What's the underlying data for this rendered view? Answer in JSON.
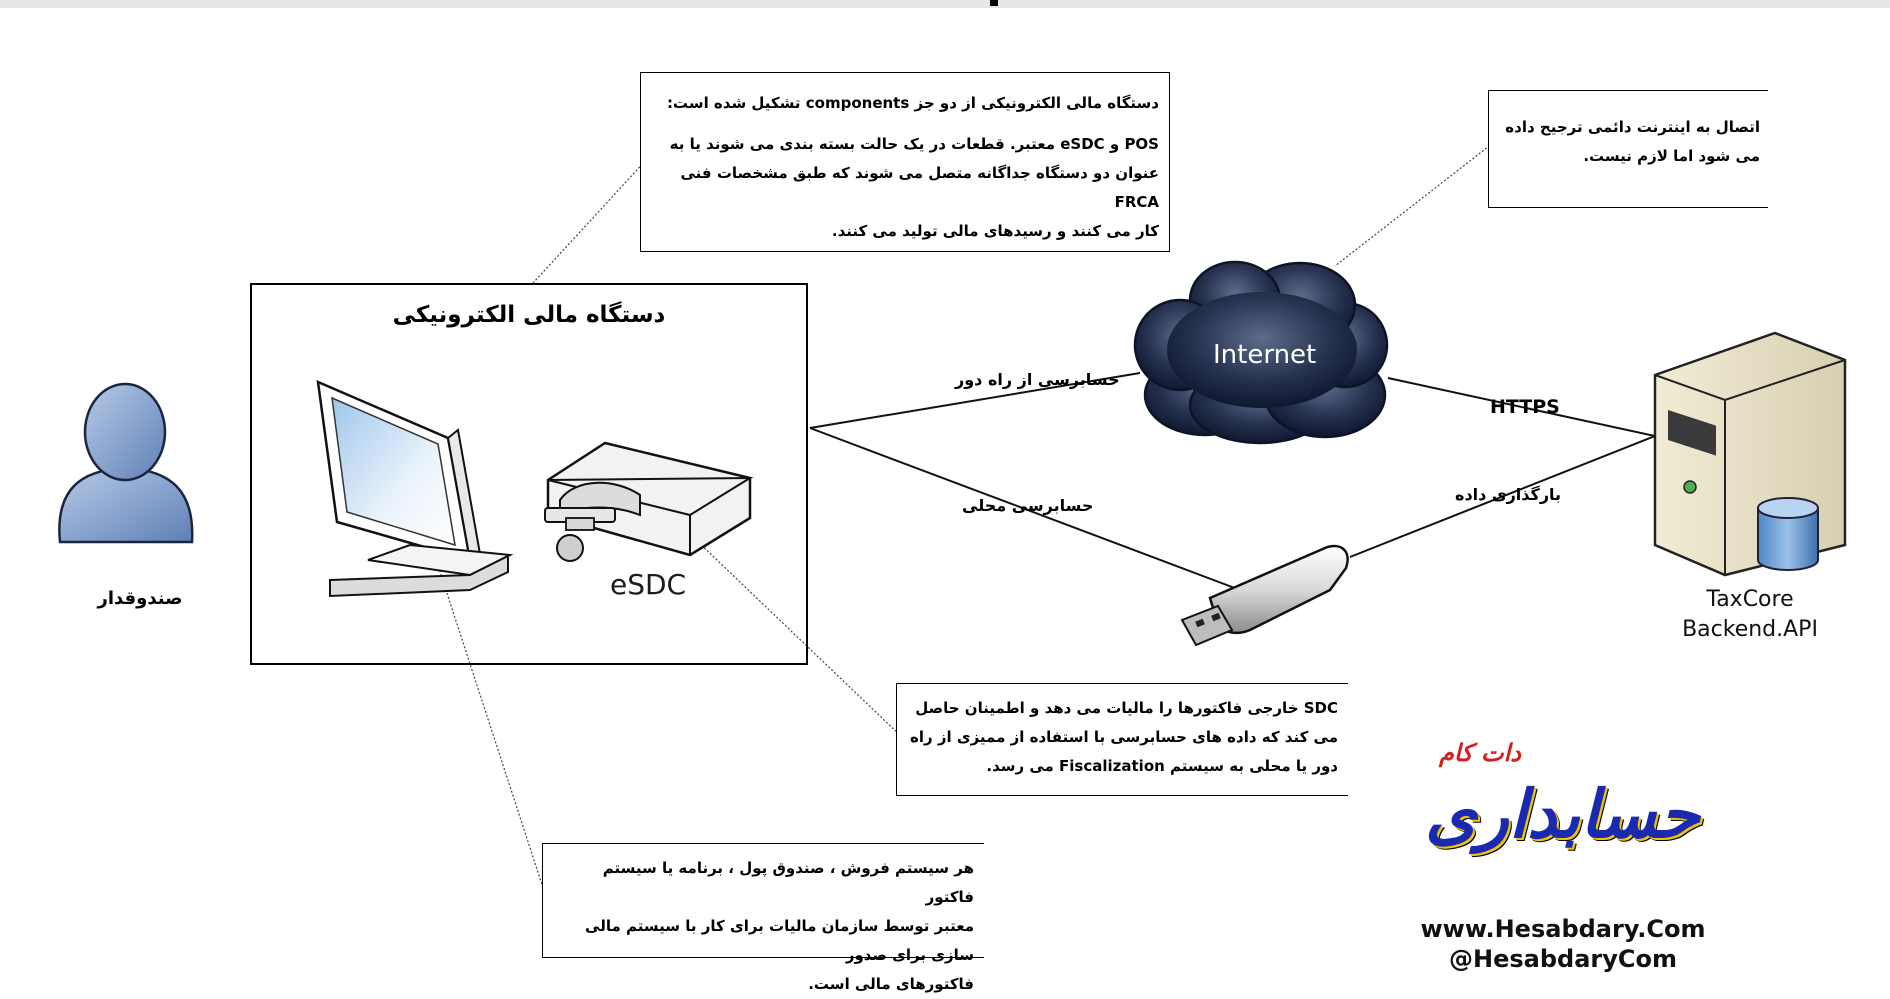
{
  "notes": {
    "components": {
      "line1": "دستگاه مالی الکترونیکی از دو جز components تشکیل شده است:",
      "line2": "POS و eSDC معتبر. قطعات در یک حالت بسته بندی می شوند یا به",
      "line3": "عنوان دو دستگاه جداگانه متصل می شوند که طبق مشخصات فنی FRCA",
      "line4": "کار می کنند و رسیدهای مالی تولید می کنند."
    },
    "internet": {
      "line1": "اتصال به اینترنت دائمی ترجیح داده",
      "line2": "می شود اما لازم نیست."
    },
    "sdc": {
      "line1": "SDC خارجی فاکتورها را مالیات می دهد و اطمینان حاصل",
      "line2": "می کند که داده های حسابرسی با استفاده از ممیزی از راه",
      "line3": "دور یا محلی به سیستم Fiscalization می رسد."
    },
    "pos": {
      "line1": "هر سیستم فروش ، صندوق پول ، برنامه یا سیستم فاکتور",
      "line2": "معتبر توسط سازمان مالیات برای کار با سیستم مالی سازی برای صدور",
      "line3": "فاکتورهای مالی است."
    }
  },
  "device": {
    "title": "دستگاه مالی الکترونیکی",
    "esdc_label": "eSDC"
  },
  "cashier_label": "صندوقدار",
  "internet_label": "Internet",
  "taxcore": {
    "line1": "TaxCore",
    "line2": "Backend.API"
  },
  "connections": {
    "remote_audit": "حسابرسی از راه دور",
    "local_audit": "حسابرسی محلی",
    "https": "HTTPS",
    "data_upload": "بارگذاری داده"
  },
  "logo": {
    "main": "حسابداری",
    "sub": "دات کام",
    "url": "www.Hesabdary.Com",
    "handle": "@HesabdaryCom"
  },
  "colors": {
    "cloud": "#1f2f52",
    "person": "#8eaad6",
    "logo_blue": "#1a2ab0",
    "logo_red": "#d02020",
    "logo_yellow": "#f2c400"
  }
}
